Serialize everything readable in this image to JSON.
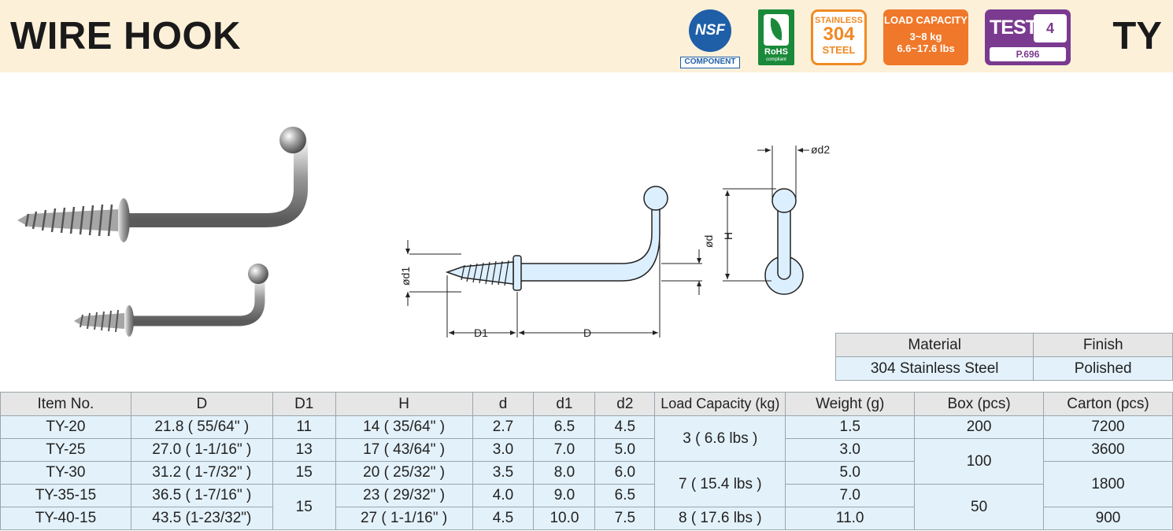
{
  "header": {
    "title": "WIRE HOOK",
    "series": "TY",
    "badges": {
      "nsf": {
        "logo": "NSF",
        "label": "COMPONENT"
      },
      "rohs": {
        "label": "RoHS",
        "sub": "compliant"
      },
      "stainless": {
        "top": "STAINLESS",
        "grade": "304",
        "bottom": "STEEL"
      },
      "load_capacity": {
        "title": "LOAD CAPACITY",
        "kg": "3~8 kg",
        "lbs": "6.6~17.6 lbs"
      },
      "test": {
        "word": "TEST",
        "number": "4",
        "page": "P.696"
      }
    }
  },
  "drawing_labels": {
    "d2": "ød2",
    "d": "ød",
    "d1": "ød1",
    "H": "H",
    "D1": "D1",
    "D": "D"
  },
  "material_table": {
    "headers": [
      "Material",
      "Finish"
    ],
    "row": [
      "304 Stainless Steel",
      "Polished"
    ]
  },
  "spec_table": {
    "headers": [
      "Item No.",
      "D",
      "D1",
      "H",
      "d",
      "d1",
      "d2",
      "Load Capacity (kg)",
      "Weight (g)",
      "Box (pcs)",
      "Carton (pcs)"
    ],
    "rows": [
      {
        "item": "TY-20",
        "D": "21.8 (  55/64\" )",
        "D1": "11",
        "H": "14 (  35/64\" )",
        "d": "2.7",
        "d1": "6.5",
        "d2": "4.5",
        "weight": "1.5",
        "carton": "7200"
      },
      {
        "item": "TY-25",
        "D": "27.0 ( 1-1/16\" )",
        "D1": "13",
        "H": "17 (  43/64\" )",
        "d": "3.0",
        "d1": "7.0",
        "d2": "5.0",
        "weight": "3.0",
        "carton": "3600"
      },
      {
        "item": "TY-30",
        "D": "31.2 ( 1-7/32\" )",
        "D1": "15",
        "H": "20 (  25/32\" )",
        "d": "3.5",
        "d1": "8.0",
        "d2": "6.0",
        "weight": "5.0"
      },
      {
        "item": "TY-35-15",
        "D": "36.5 ( 1-7/16\" )",
        "D1": "15",
        "H": "23 (  29/32\" )",
        "d": "4.0",
        "d1": "9.0",
        "d2": "6.5",
        "weight": "7.0"
      },
      {
        "item": "TY-40-15",
        "D": "43.5 (1-23/32\")",
        "H": "27 (  1-1/16\" )",
        "d": "4.5",
        "d1": "10.0",
        "d2": "7.5",
        "weight": "11.0",
        "carton": "900"
      }
    ],
    "merged": {
      "load_3": "3 (   6.6 lbs  )",
      "load_7": "7 ( 15.4 lbs  )",
      "load_8": "8 ( 17.6 lbs  )",
      "box_200": "200",
      "box_100": "100",
      "box_50": "50",
      "carton_1800": "1800"
    }
  }
}
